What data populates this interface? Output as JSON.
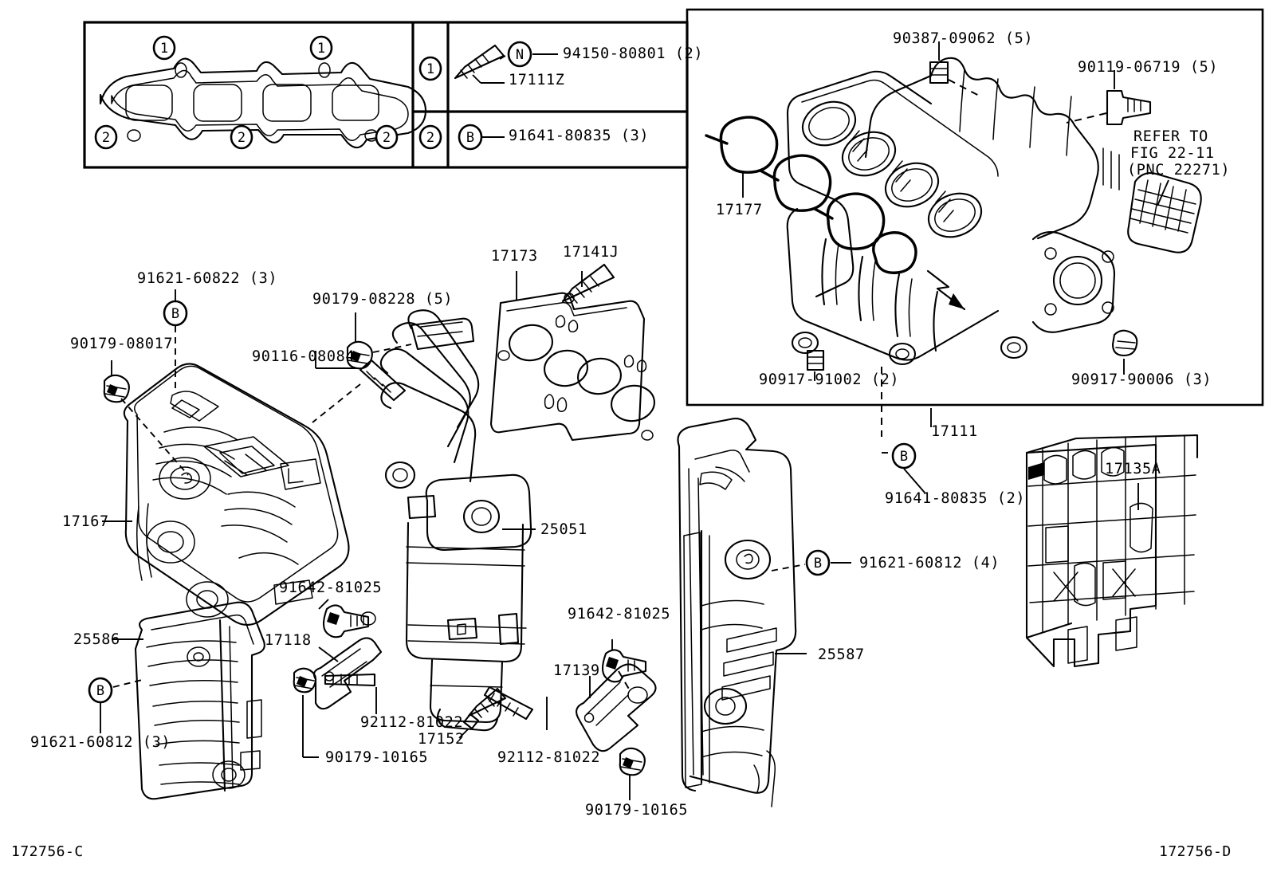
{
  "figure": {
    "code_left": "172756-C",
    "code_right": "172756-D"
  },
  "legend_table": {
    "rows": [
      {
        "marker": "1",
        "items": [
          {
            "badge": "N",
            "part": "94150-80801 (2)"
          },
          {
            "badge": "",
            "part": "17111Z"
          }
        ]
      },
      {
        "marker": "2",
        "items": [
          {
            "badge": "B",
            "part": "91641-80835 (3)"
          }
        ]
      }
    ],
    "gasket_markers": {
      "top": [
        "1",
        "1"
      ],
      "bottom": [
        "2",
        "2",
        "2"
      ]
    }
  },
  "intake_panel": {
    "labels": {
      "stud_top": "90387-09062 (5)",
      "bolt_right": "90119-06719 (5)",
      "gasket": "17177",
      "refer_line1": "REFER TO",
      "refer_line2": "FIG 22-11",
      "refer_line3": "(PNC 22271)",
      "nut_bottom_left": "90917-91002 (2)",
      "nut_bottom_right": "90917-90006 (3)"
    }
  },
  "main_panel": {
    "labels": {
      "heat_shield": "17167",
      "shield_bolt": "91621-60822 (3)",
      "shield_nut": "90179-08017",
      "stud_seal": "90116-08084",
      "nut_manifold": "90179-08228 (5)",
      "lower_shield": "25586",
      "lower_shield_bolt": "91621-60812 (3)",
      "gasket_manifold": "17173",
      "stud_manifold": "17141J",
      "converter": "25051",
      "bracket_screw_left": "91642-81025",
      "bracket_left": "17118",
      "nut_left": "90179-10165",
      "bolt_left": "92112-81022",
      "insulator_pin": "17152",
      "bolt_center": "92112-81022",
      "bracket_screw_right": "91642-81025",
      "bracket_right": "17139",
      "nut_center": "90179-10165",
      "manifold_intake": "17111",
      "manifold_bolt": "91641-80835 (2)",
      "right_shield": "25587",
      "right_shield_bolt": "91621-60812 (4)",
      "insulator": "17135A"
    },
    "badges": {
      "shield_bolt": "B",
      "lower_shield_bolt": "B",
      "manifold_bolt": "B",
      "right_shield_bolt": "B"
    }
  }
}
